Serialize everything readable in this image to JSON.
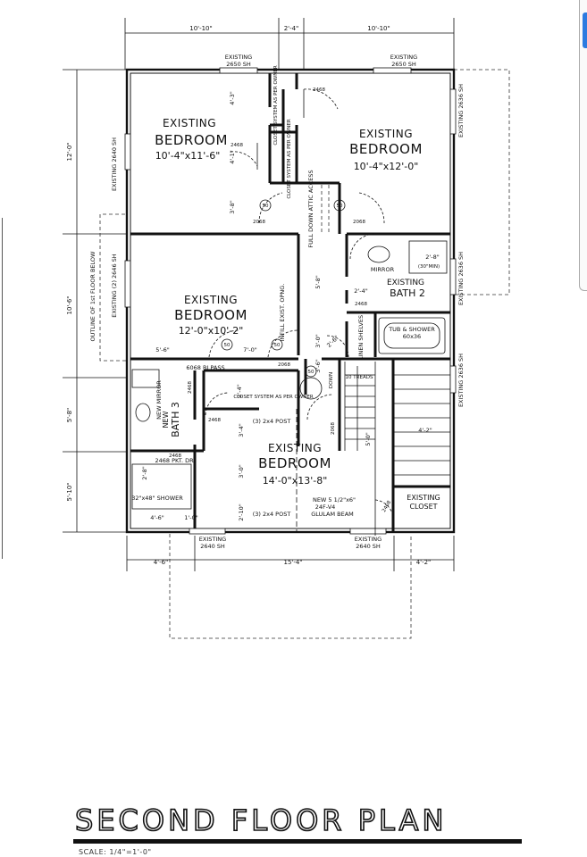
{
  "title": "SECOND FLOOR PLAN",
  "scale": "SCALE: 1/4\"=1'-0\"",
  "rooms": {
    "bed_nw": {
      "l1": "EXISTING",
      "l2": "BEDROOM",
      "l3": "10'-4\"x11'-6\""
    },
    "bed_ne": {
      "l1": "EXISTING",
      "l2": "BEDROOM",
      "l3": "10'-4\"x12'-0\""
    },
    "bed_w": {
      "l1": "EXISTING",
      "l2": "BEDROOM",
      "l3": "12'-0\"x10'-2\""
    },
    "bed_s": {
      "l1": "EXISTING",
      "l2": "BEDROOM",
      "l3": "14'-0\"x13'-8\""
    },
    "bath2": {
      "l1": "EXISTING",
      "l2": "BATH 2"
    },
    "bath3": {
      "l1": "NEW",
      "l2": "BATH 3"
    },
    "closet": {
      "l1": "EXISTING",
      "l2": "CLOSET"
    }
  },
  "top_dims": [
    "10'-10\"",
    "2'-4\"",
    "10'-10\""
  ],
  "bottom_dims": [
    "4'-6\"",
    "15'-4\"",
    "4'-2\""
  ],
  "left_dims": [
    "12'-0\"",
    "10'-6\"",
    "5'-8\"",
    "5'-10\""
  ],
  "labels": {
    "win_top_l": "EXISTING",
    "win_top_l2": "2650 SH",
    "win_top_r": "EXISTING",
    "win_top_r2": "2650 SH",
    "win_left_1": "EXISTING 2640 SH",
    "win_left_2": "EXISTING (2) 2646 SH",
    "win_right_1": "EXISTING 2636 SH",
    "win_right_2": "EXISTING 2636 SH",
    "win_right_3": "EXISTING 2636 SH",
    "win_bot_l": "EXISTING",
    "win_bot_l2": "2640 SH",
    "win_bot_r": "EXISTING",
    "win_bot_r2": "2640 SH",
    "outline": "OUTLINE OF 1st FLOOR BELOW",
    "attic": "FULL DOWN ATTIC ACCESS",
    "infill": "INFILL EXIST. OPNG.",
    "closet_sys_1": "CLOSET SYSTEM AS PER OWNER",
    "closet_sys_2": "CLOSET SYSTEM AS PER OWNER",
    "closet_sys_3": "CLOSET SYSTEM AS PER OWNER",
    "tub": "TUB & SHOWER",
    "tub2": "60x36",
    "linen": "LINEN SHELVES",
    "mirror": "MIRROR",
    "new_mirror": "NEW MIRROR",
    "bipass": "6068 BI PASS",
    "pkt": "2468 PKT. DR.",
    "shower": "32\"x48\" SHOWER",
    "post1": "(3) 2x4 POST",
    "post2": "(3) 2x4 POST",
    "beam1": "NEW 5 1/2\"x6\"",
    "beam2": "24F-V4",
    "beam3": "GLULAM BEAM",
    "treads": "10 TREADS",
    "down": "DOWN",
    "d2468a": "2468",
    "d2468b": "2468",
    "d2468c": "2468",
    "d2468d": "2468",
    "d2468e": "2468",
    "d2468f": "2468",
    "d2468g": "2468",
    "d2068a": "2068",
    "d2068b": "2068",
    "d2068c": "2068",
    "d2068d": "2068",
    "s50a": "50",
    "s50b": "50",
    "s50c": "50",
    "s50d": "50",
    "s50e": "50",
    "dim_4_3": "4'-3\"",
    "dim_4_1": "4'-1\"",
    "dim_3_8": "3'-8\"",
    "dim_5_8": "5'-8\"",
    "dim_5_6": "5'-6\"",
    "dim_7_0": "7'-0\"",
    "dim_2_4": "2'-4\"",
    "dim_3_4": "3'-4\"",
    "dim_3_0": "3'-0\"",
    "dim_2_10": "2'-10\"",
    "dim_1_0": "1'-0\"",
    "dim_4_6": "4'-6\"",
    "dim_2_8": "2'-8\"",
    "dim_2_4b": "2'-4\"",
    "dim_3_0b": "3'-0\"",
    "dim_3_6": "3'-6\"",
    "dim_5_0": "5'-0\"",
    "dim_4_2": "4'-2\"",
    "dim_2_8b": "2'-8\"",
    "dim_2_6": "2'-6\"",
    "seat": "(30\"MIN)"
  }
}
